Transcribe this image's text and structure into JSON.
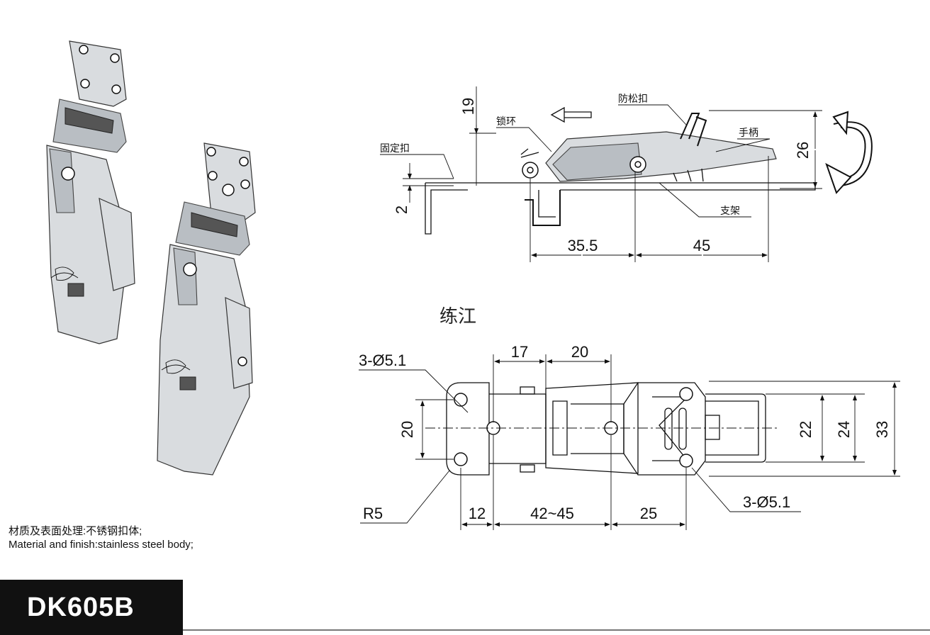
{
  "model": "DK605B",
  "material": {
    "line_cn": "材质及表面处理:不锈钢扣体;",
    "line_en": "Material and finish:stainless steel body;"
  },
  "watermark": "练江",
  "side_view": {
    "labels": {
      "fixed_buckle": "固定扣",
      "lock_ring": "锁环",
      "anti_loose": "防松扣",
      "handle": "手柄",
      "bracket": "支架"
    },
    "dims": {
      "h19": "19",
      "h2": "2",
      "h26": "26",
      "w35_5": "35.5",
      "w45": "45"
    }
  },
  "top_view": {
    "dims": {
      "hole_left": "3-Ø5.1",
      "hole_right": "3-Ø5.1",
      "radius": "R5",
      "w17": "17",
      "w20": "20",
      "h20": "20",
      "w12": "12",
      "w42_45": "42~45",
      "w25": "25",
      "h22": "22",
      "h24": "24",
      "h33": "33"
    }
  },
  "icons": [
    "latch-illustration",
    "direction-arrow-icon",
    "rotate-arrow-icon"
  ]
}
